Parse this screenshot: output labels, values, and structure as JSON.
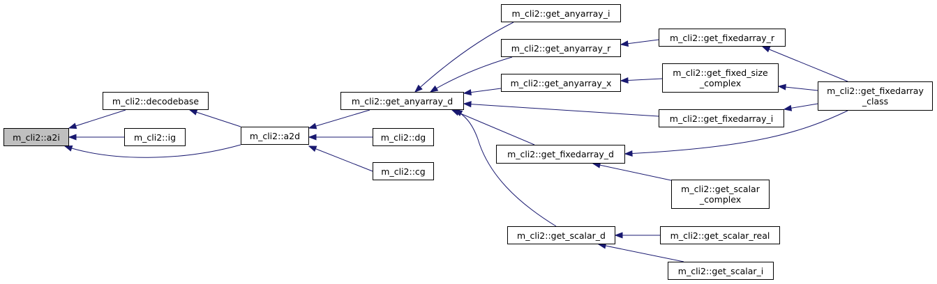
{
  "nodes": {
    "a2i": "m_cli2::a2i",
    "decodebase": "m_cli2::decodebase",
    "ig": "m_cli2::ig",
    "a2d": "m_cli2::a2d",
    "dg": "m_cli2::dg",
    "cg": "m_cli2::cg",
    "get_anyarray_d": "m_cli2::get_anyarray_d",
    "get_anyarray_i": "m_cli2::get_anyarray_i",
    "get_anyarray_r": "m_cli2::get_anyarray_r",
    "get_anyarray_x": "m_cli2::get_anyarray_x",
    "get_fixedarray_d": "m_cli2::get_fixedarray_d",
    "get_scalar_d": "m_cli2::get_scalar_d",
    "get_fixedarray_r": "m_cli2::get_fixedarray_r",
    "get_fixed_size_complex": "m_cli2::get_fixed_size\n_complex",
    "get_fixedarray_i": "m_cli2::get_fixedarray_i",
    "get_scalar_complex": "m_cli2::get_scalar\n_complex",
    "get_scalar_real": "m_cli2::get_scalar_real",
    "get_scalar_i": "m_cli2::get_scalar_i",
    "get_fixedarray_class": "m_cli2::get_fixedarray\n_class"
  },
  "selected_node": "a2i",
  "edge_color": "#191970",
  "edges": [
    {
      "from": "decodebase",
      "to": "a2i"
    },
    {
      "from": "ig",
      "to": "a2i"
    },
    {
      "from": "a2d",
      "to": "a2i"
    },
    {
      "from": "a2d",
      "to": "decodebase"
    },
    {
      "from": "dg",
      "to": "a2d"
    },
    {
      "from": "cg",
      "to": "a2d"
    },
    {
      "from": "get_anyarray_d",
      "to": "a2d"
    },
    {
      "from": "get_anyarray_i",
      "to": "get_anyarray_d"
    },
    {
      "from": "get_anyarray_r",
      "to": "get_anyarray_d"
    },
    {
      "from": "get_anyarray_x",
      "to": "get_anyarray_d"
    },
    {
      "from": "get_fixedarray_i",
      "to": "get_anyarray_d"
    },
    {
      "from": "get_fixedarray_d",
      "to": "get_anyarray_d"
    },
    {
      "from": "get_scalar_d",
      "to": "get_anyarray_d"
    },
    {
      "from": "get_fixedarray_r",
      "to": "get_anyarray_r"
    },
    {
      "from": "get_fixed_size_complex",
      "to": "get_anyarray_x"
    },
    {
      "from": "get_fixedarray_class",
      "to": "get_fixedarray_r"
    },
    {
      "from": "get_fixedarray_class",
      "to": "get_fixed_size_complex"
    },
    {
      "from": "get_fixedarray_class",
      "to": "get_fixedarray_i"
    },
    {
      "from": "get_fixedarray_class",
      "to": "get_fixedarray_d"
    },
    {
      "from": "get_scalar_complex",
      "to": "get_fixedarray_d"
    },
    {
      "from": "get_scalar_real",
      "to": "get_scalar_d"
    },
    {
      "from": "get_scalar_i",
      "to": "get_scalar_d"
    }
  ]
}
